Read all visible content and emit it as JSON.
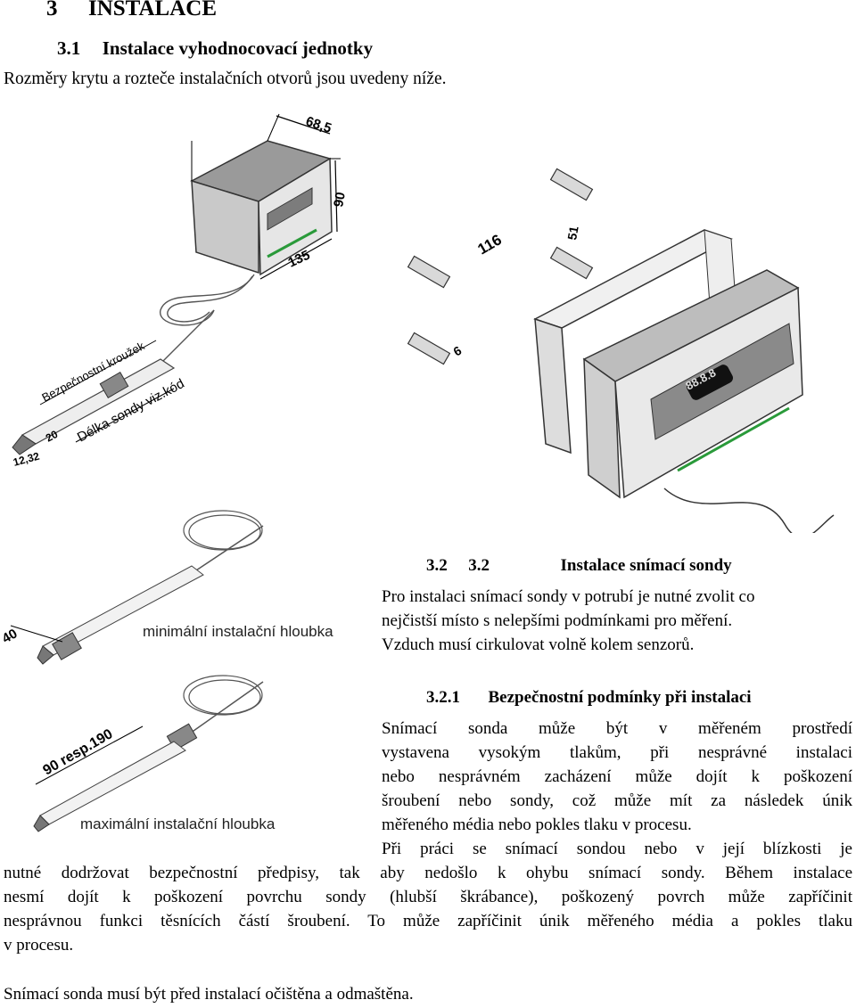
{
  "heading": {
    "number": "3",
    "title": "INSTALACE"
  },
  "section_3_1": {
    "number": "3.1",
    "title": "Instalace vyhodnocovací jednotky",
    "intro": "Rozměry krytu a rozteče instalačních otvorů jsou uvedeny níže."
  },
  "figure_top": {
    "dim_width": "68,5",
    "dim_height": "90",
    "dim_length": "135",
    "dim_hole_h": "116",
    "dim_hole_v": "51",
    "dim_hole_d": "6",
    "label_ring": "Bezpečnostní kroužek",
    "label_probe_length": "Délka sondy viz.kód",
    "dim_tip_1": "20",
    "dim_tip_2": "12,32",
    "display_value": "88.8.8"
  },
  "figure_bottom": {
    "dim_min": "40",
    "label_min": "minimální instalační hloubka",
    "dim_max": "90 resp.190",
    "label_max": "maximální instalační hloubka"
  },
  "section_3_2": {
    "prefix": "3.2",
    "number": "3.2",
    "title": "Instalace snímací sondy",
    "line1": "Pro instalaci snímací sondy v potrubí je nutné zvolit co",
    "line2": "nejčistší místo s nelepšími podmínkami pro měření.",
    "line3": "Vzduch musí cirkulovat volně kolem senzorů."
  },
  "section_3_2_1": {
    "number": "3.2.1",
    "title": "Bezpečnostní podmínky při instalaci",
    "l1": "Snímací sonda může být v měřeném prostředí",
    "l2": "vystavena vysokým tlakům, při nesprávné instalaci",
    "l3": "nebo nesprávném zacházení může dojít k poškození",
    "l4": "šroubení nebo sondy, což může mít za následek únik",
    "l5": "měřeného média nebo pokles tlaku v procesu.",
    "l6": "Při práci se snímací sondou nebo v její blízkosti je",
    "l7": "nutné dodržovat bezpečnostní předpisy, tak aby nedošlo k ohybu snímací sondy. Během instalace",
    "l8": "nesmí dojít k poškození povrchu sondy (hlubší škrábance), poškozený povrch může zapříčinit",
    "l9": "nesprávnou funkci těsnících částí šroubení. To může zapříčinit únik měřeného média a pokles tlaku",
    "l10": "v procesu.",
    "final": "Snímací sonda musí být před instalací očištěna a odmaštěna."
  }
}
